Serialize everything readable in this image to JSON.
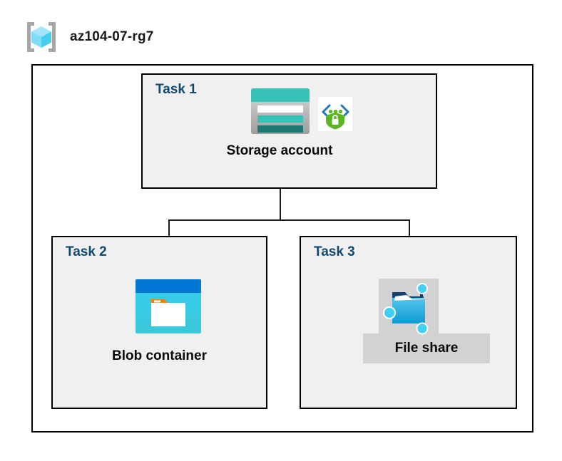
{
  "resource_group": {
    "name": "az104-07-rg7",
    "icon": "resource-group-cube-icon"
  },
  "tasks": [
    {
      "id": "task-1",
      "title": "Task 1",
      "node_label": "Storage account",
      "icons": [
        "storage-account-icon",
        "secure-endpoint-shield-icon"
      ]
    },
    {
      "id": "task-2",
      "title": "Task 2",
      "node_label": "Blob container",
      "icons": [
        "blob-container-icon"
      ]
    },
    {
      "id": "task-3",
      "title": "Task 3",
      "node_label": "File share",
      "icons": [
        "file-share-icon"
      ],
      "selected": true
    }
  ],
  "colors": {
    "frame_border": "#000000",
    "task_fill": "#f0f0f0",
    "task_title": "#12496f",
    "node_label": "#0a0a0a",
    "connector": "#1a1a1a",
    "highlight": "#d2d2d2",
    "storage_teal": "#37c2b8",
    "storage_dark_teal": "#1d7a72",
    "blob_blue": "#0078d4",
    "blob_cyan": "#32c8f0",
    "blob_orange": "#f2820d",
    "shield_green": "#5bb522",
    "bracket_blue": "#1f78c1",
    "cube_cyan": "#9fe7fb",
    "bracket_gray": "#a6a6a6"
  }
}
